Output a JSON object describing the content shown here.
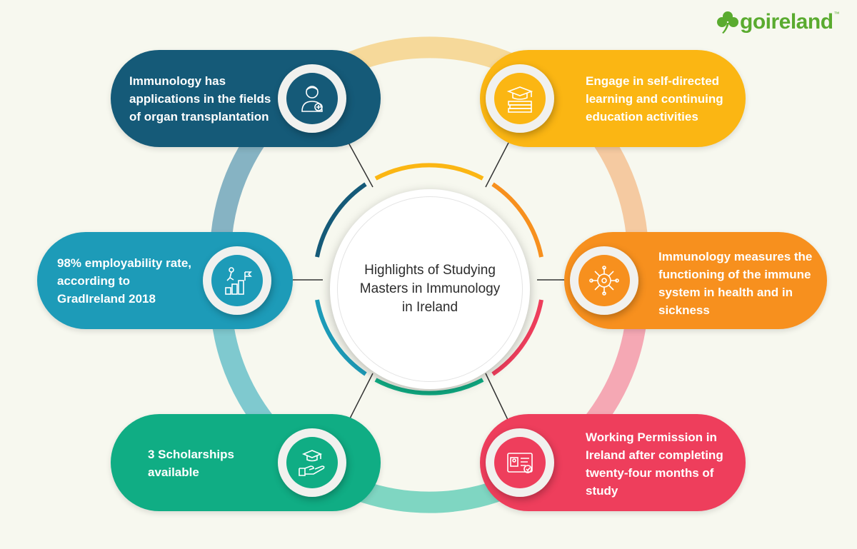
{
  "logo": {
    "text": "goireland",
    "tm": "™"
  },
  "center_title": "Highlights of Studying\nMasters in Immunology\nin Ireland",
  "items": [
    {
      "text": "Immunology has\napplications in the fields\nof organ transplantation",
      "icon": "doctor-icon",
      "color": "#155a78"
    },
    {
      "text": "Engage in self-directed\nlearning and continuing\neducation activities",
      "icon": "graduation-books-icon",
      "color": "#fbb613"
    },
    {
      "text": "98% employability rate,\naccording to\nGradIreland 2018",
      "icon": "career-growth-icon",
      "color": "#1d9bb8"
    },
    {
      "text": "Immunology measures the\nfunctioning of the immune\nsystem in health and in\nsickness",
      "icon": "virus-icon",
      "color": "#f7901e"
    },
    {
      "text": "3 Scholarships\navailable",
      "icon": "scholarship-hand-icon",
      "color": "#10ad84"
    },
    {
      "text": "Working Permission in\nIreland after completing\ntwenty-four months of\nstudy",
      "icon": "id-card-icon",
      "color": "#ee3e5c"
    }
  ]
}
